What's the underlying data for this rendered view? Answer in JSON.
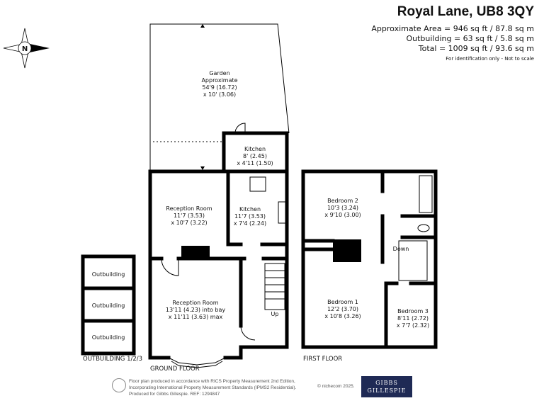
{
  "header": {
    "title": "Royal Lane, UB8 3QY",
    "approx_area": "Approximate Area = 946 sq ft / 87.8 sq m",
    "outbuilding_area": "Outbuilding = 63 sq ft / 5.8 sq m",
    "total_area": "Total = 1009 sq ft / 93.6 sq m",
    "note": "For identification only - Not to scale"
  },
  "compass": {
    "label": "N"
  },
  "rooms": {
    "garden": [
      "Garden",
      "Approximate",
      "54'9 (16.72)",
      "x 10' (3.06)"
    ],
    "kitchen_small": [
      "Kitchen",
      "8' (2.45)",
      "x 4'11 (1.50)"
    ],
    "reception1": [
      "Reception Room",
      "11'7 (3.53)",
      "x 10'7 (3.22)"
    ],
    "kitchen": [
      "Kitchen",
      "11'7 (3.53)",
      "x 7'4 (2.24)"
    ],
    "reception2": [
      "Reception Room",
      "13'11 (4.23) into bay",
      "x 11'11 (3.63) max"
    ],
    "stairs_up": "Up",
    "bedroom2": [
      "Bedroom 2",
      "10'3 (3.24)",
      "x 9'10 (3.00)"
    ],
    "bedroom1": [
      "Bedroom 1",
      "12'2 (3.70)",
      "x 10'8 (3.26)"
    ],
    "bedroom3": [
      "Bedroom 3",
      "8'11 (2.72)",
      "x 7'7 (2.32)"
    ],
    "stairs_down": "Down",
    "outbuildings": [
      "Outbuilding",
      "Outbuilding",
      "Outbuilding"
    ]
  },
  "floors": {
    "outbuilding": "OUTBUILDING 1/2/3",
    "ground": "GROUND FLOOR",
    "first": "FIRST FLOOR"
  },
  "footer": {
    "line1": "Floor plan produced in accordance with RICS Property Measurement 2nd Edition,",
    "line2": "Incorporating International Property Measurement Standards (IPMS2 Residential).",
    "line3": "Produced for Gibbs Gillespie.   REF:  1294847",
    "copyright": "© nichecom 2025.",
    "logo_line1": "GIBBS",
    "logo_line2": "GILLESPIE"
  },
  "colors": {
    "logo_bg": "#1f2a55",
    "walls": "#000000"
  }
}
